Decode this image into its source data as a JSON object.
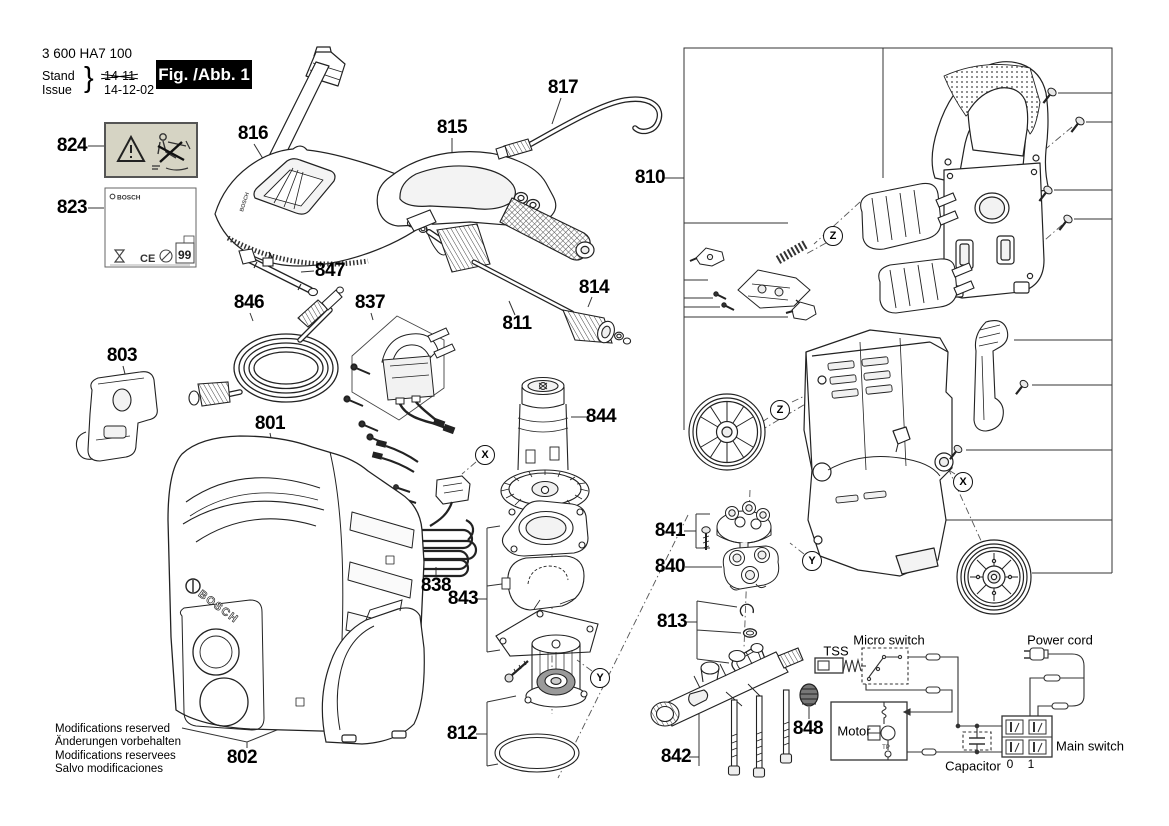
{
  "header": {
    "part_number": "3 600 HA7 100",
    "stand_label": "Stand",
    "issue_label": "Issue",
    "brace": "}",
    "stand_value": "14-11",
    "issue_value": "14-12-02",
    "figure_label": "Fig. /Abb. 1"
  },
  "brand": "BOSCH",
  "label_823": {
    "brand": "BOSCH",
    "ce_mark": "CE",
    "badge": "99"
  },
  "callouts": {
    "801": "801",
    "802": "802",
    "803": "803",
    "810": "810",
    "811": "811",
    "812": "812",
    "813": "813",
    "814": "814",
    "815": "815",
    "816": "816",
    "817": "817",
    "823": "823",
    "824": "824",
    "837": "837",
    "838": "838",
    "840": "840",
    "841": "841",
    "842": "842",
    "843": "843",
    "844": "844",
    "846": "846",
    "847": "847",
    "848": "848"
  },
  "markers": {
    "z": "Z",
    "x": "X",
    "y": "Y"
  },
  "schematic": {
    "tss": "TSS",
    "micro_switch": "Micro switch",
    "power_cord": "Power cord",
    "motor": "Motor",
    "capacitor": "Capacitor",
    "main_switch": "Main switch",
    "pos_off": "0",
    "pos_on": "1",
    "tp": "TP"
  },
  "footer": {
    "line1": "Modifications reserved",
    "line2": "Änderungen vorbehalten",
    "line3": "Modifications reservees",
    "line4": "Salvo modificaciones"
  }
}
